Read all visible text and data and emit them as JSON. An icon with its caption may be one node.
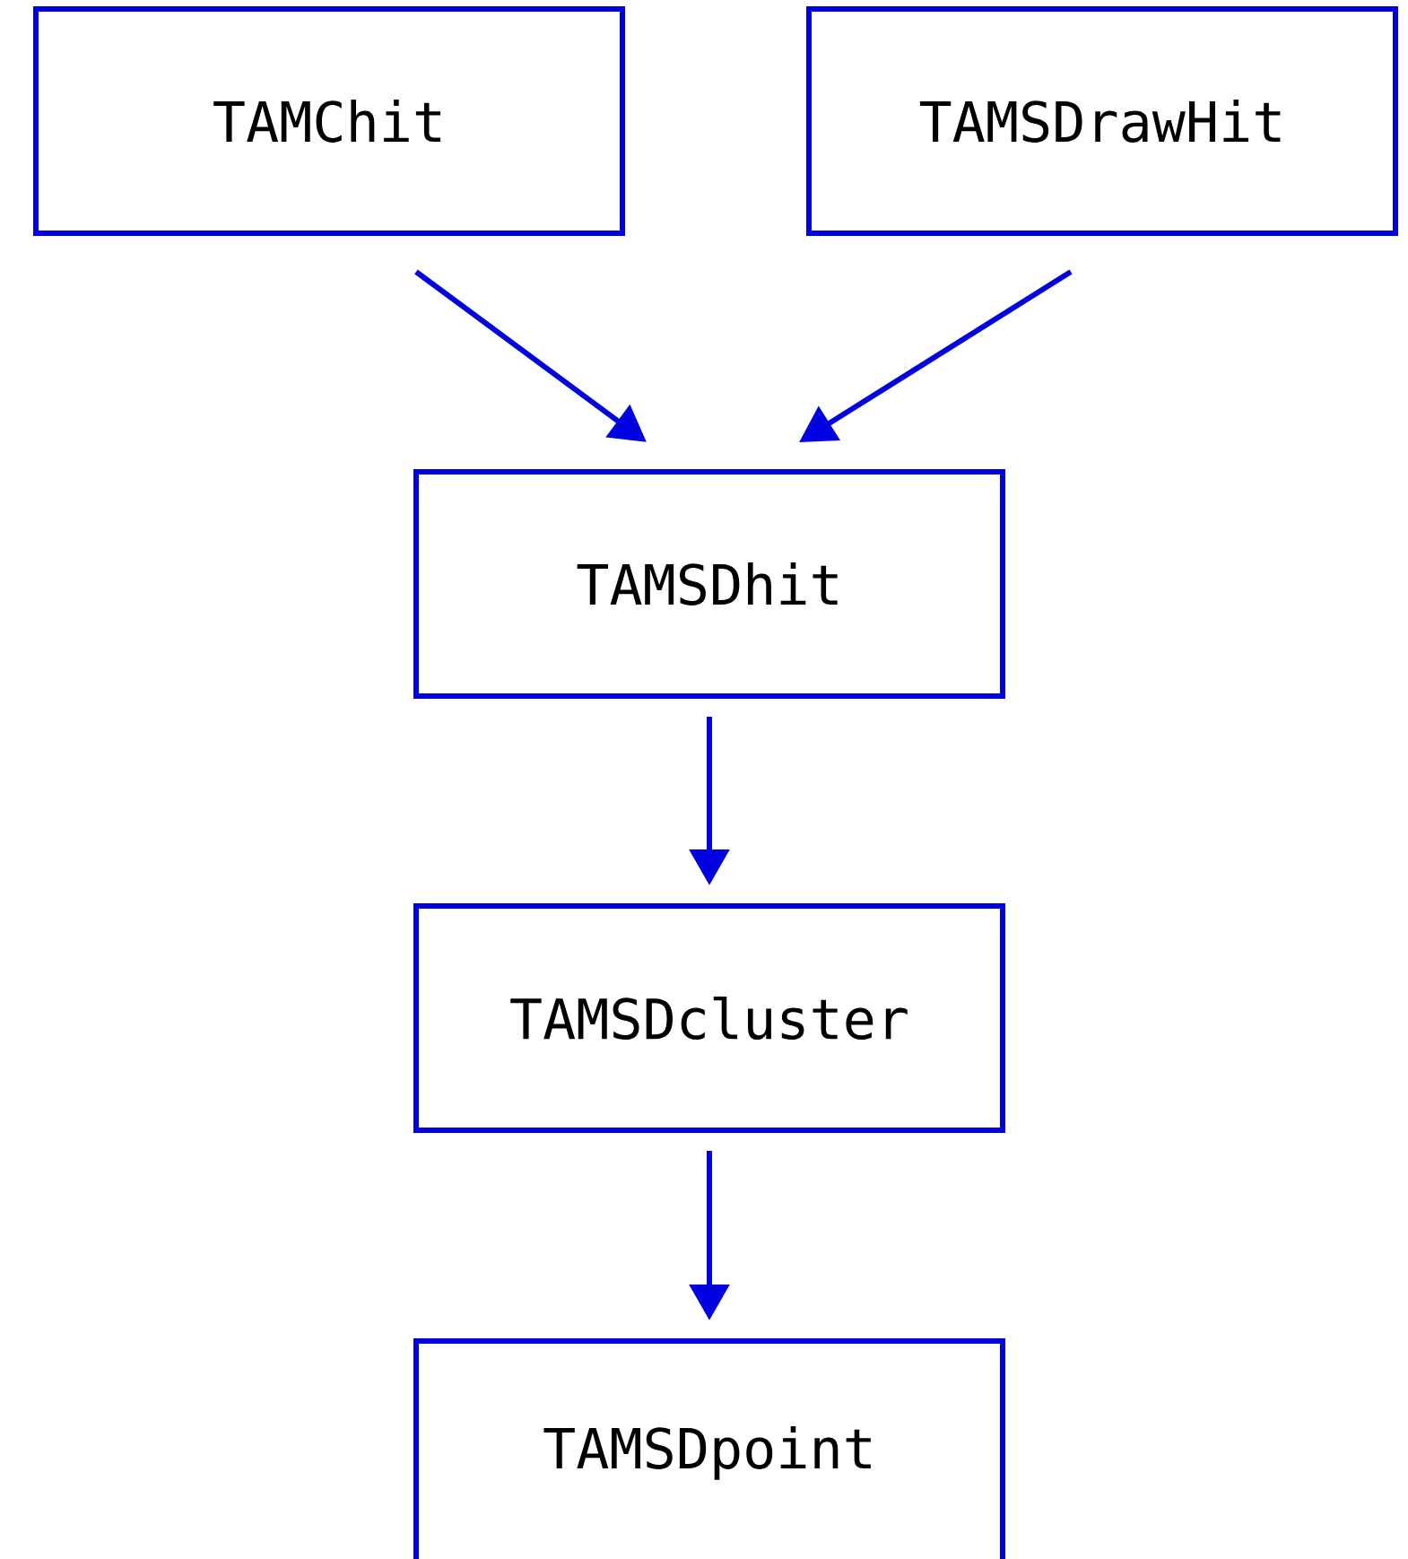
{
  "diagram": {
    "nodes": [
      {
        "text": [
          "TAMChit"
        ]
      },
      {
        "text": [
          "TAMSDrawHit"
        ]
      },
      {
        "text": [
          "TAMSDhit"
        ]
      },
      {
        "text": [
          "TAMSDcluster"
        ]
      },
      {
        "text": [
          "TAMSDpoint"
        ]
      }
    ],
    "edges": [
      {
        "from": 0,
        "to": 2,
        "arrow": "to"
      },
      {
        "from": 1,
        "to": 2,
        "arrow": "to"
      },
      {
        "from": 2,
        "to": 3,
        "arrow": "to"
      },
      {
        "from": 3,
        "to": 4,
        "arrow": "to"
      }
    ]
  }
}
